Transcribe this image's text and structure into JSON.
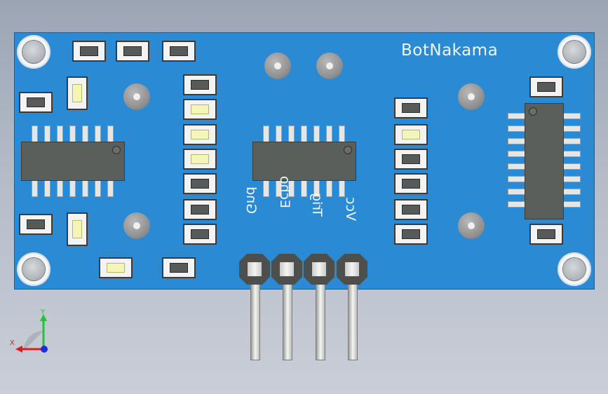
{
  "window": {
    "background_top": "#9ba5b4",
    "background_bottom": "#c9ced7"
  },
  "board": {
    "brand_text": "BotNakama",
    "board_color": "#2a8ad3",
    "pin_labels": [
      "Gnd",
      "Echo",
      "Trig",
      "Vcc"
    ]
  },
  "axes_triad": {
    "x_label": "X",
    "y_label": "Y",
    "x_color": "#d81f1f",
    "y_color": "#23c13c",
    "z_color": "#1f2dd8"
  }
}
